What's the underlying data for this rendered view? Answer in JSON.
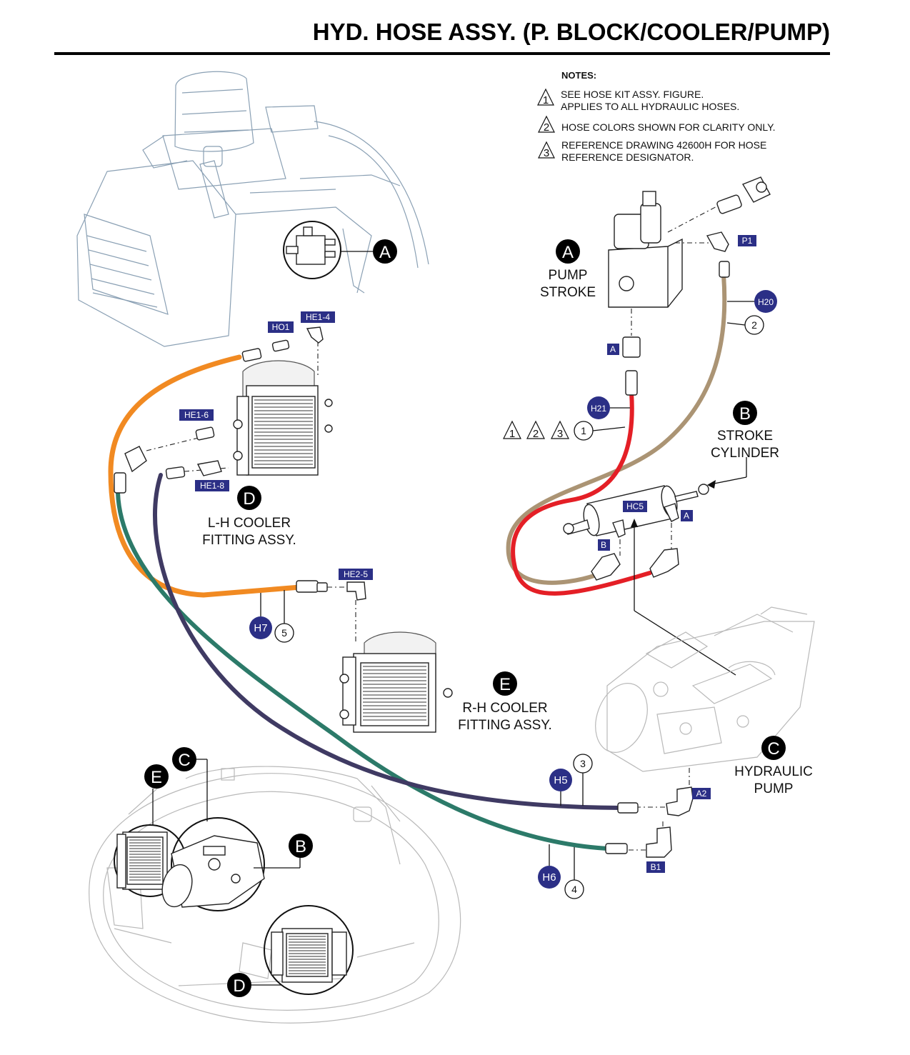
{
  "title": "HYD. HOSE ASSY. (P. BLOCK/COOLER/PUMP)",
  "notes": {
    "heading": "NOTES:",
    "items": [
      {
        "marker": "1",
        "line1": "SEE HOSE KIT ASSY. FIGURE.",
        "line2": "APPLIES TO ALL HYDRAULIC HOSES."
      },
      {
        "marker": "2",
        "line1": "HOSE COLORS SHOWN FOR CLARITY ONLY.",
        "line2": ""
      },
      {
        "marker": "3",
        "line1": "REFERENCE DRAWING 42600H FOR HOSE",
        "line2": "REFERENCE DESIGNATOR."
      }
    ]
  },
  "assemblies": {
    "a": {
      "letter": "A",
      "line1": "PUMP",
      "line2": "STROKE"
    },
    "b": {
      "letter": "B",
      "line1": "STROKE",
      "line2": "CYLINDER"
    },
    "c": {
      "letter": "C",
      "line1": "HYDRAULIC",
      "line2": "PUMP"
    },
    "d": {
      "letter": "D",
      "line1": "L-H COOLER",
      "line2": "FITTING ASSY."
    },
    "e": {
      "letter": "E",
      "line1": "R-H COOLER",
      "line2": "FITTING ASSY."
    }
  },
  "fitting_tags": {
    "ho1": "HO1",
    "he1_4": "HE1-4",
    "he1_6": "HE1-6",
    "he1_8": "HE1-8",
    "he2_5": "HE2-5",
    "p1": "P1",
    "a_port": "A",
    "hc5": "HC5",
    "cyl_a": "A",
    "cyl_b": "B",
    "a2": "A2",
    "b1": "B1"
  },
  "hoses": [
    {
      "badge": "H21",
      "item": "1",
      "color": "#e41f26"
    },
    {
      "badge": "H20",
      "item": "2",
      "color": "#ab9474"
    },
    {
      "badge": "H5",
      "item": "3",
      "color": "#3f3a63"
    },
    {
      "badge": "H6",
      "item": "4",
      "color": "#2c7a69"
    },
    {
      "badge": "H7",
      "item": "5",
      "color": "#f18a22"
    }
  ],
  "note_refs": [
    "1",
    "2",
    "3"
  ],
  "overview_callouts": {
    "top_a": "A",
    "bottom_c": "C",
    "bottom_e": "E",
    "bottom_b": "B",
    "bottom_d": "D"
  },
  "colors": {
    "tag_blue": "#2b2f86",
    "ghost_line": "#8aa0b4"
  }
}
